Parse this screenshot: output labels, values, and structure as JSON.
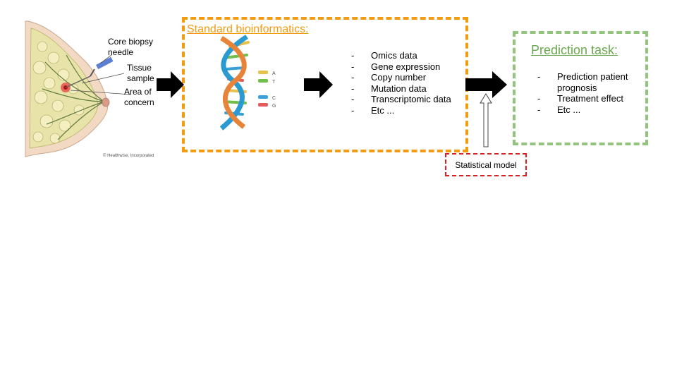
{
  "biopsy": {
    "labels": {
      "needle": [
        "Core biopsy",
        "needle"
      ],
      "tissue": [
        "Tissue",
        "sample"
      ],
      "concern": [
        "Area of",
        "concern"
      ]
    },
    "copyright": "© Healthwise, Incorporated"
  },
  "dna": {
    "base_letters": [
      "A",
      "T",
      "C",
      "G"
    ]
  },
  "bioinformatics": {
    "title": "Standard bioinformatics:",
    "items": [
      "Omics data",
      "Gene expression",
      "Copy number",
      "Mutation data",
      "Transcriptomic data",
      "Etc ..."
    ]
  },
  "prediction": {
    "title": "Prediction task:",
    "items": [
      "Prediction patient prognosis",
      "Treatment effect",
      "Etc ..."
    ]
  },
  "model": {
    "label": "Statistical model"
  },
  "list_marker": "-",
  "colors": {
    "orange": "#f39c12",
    "green": "#6aa84f",
    "green_border": "#93c47d",
    "red": "#e02020",
    "skin": "#f2d9c4",
    "tissue": "#e8e3a8"
  }
}
